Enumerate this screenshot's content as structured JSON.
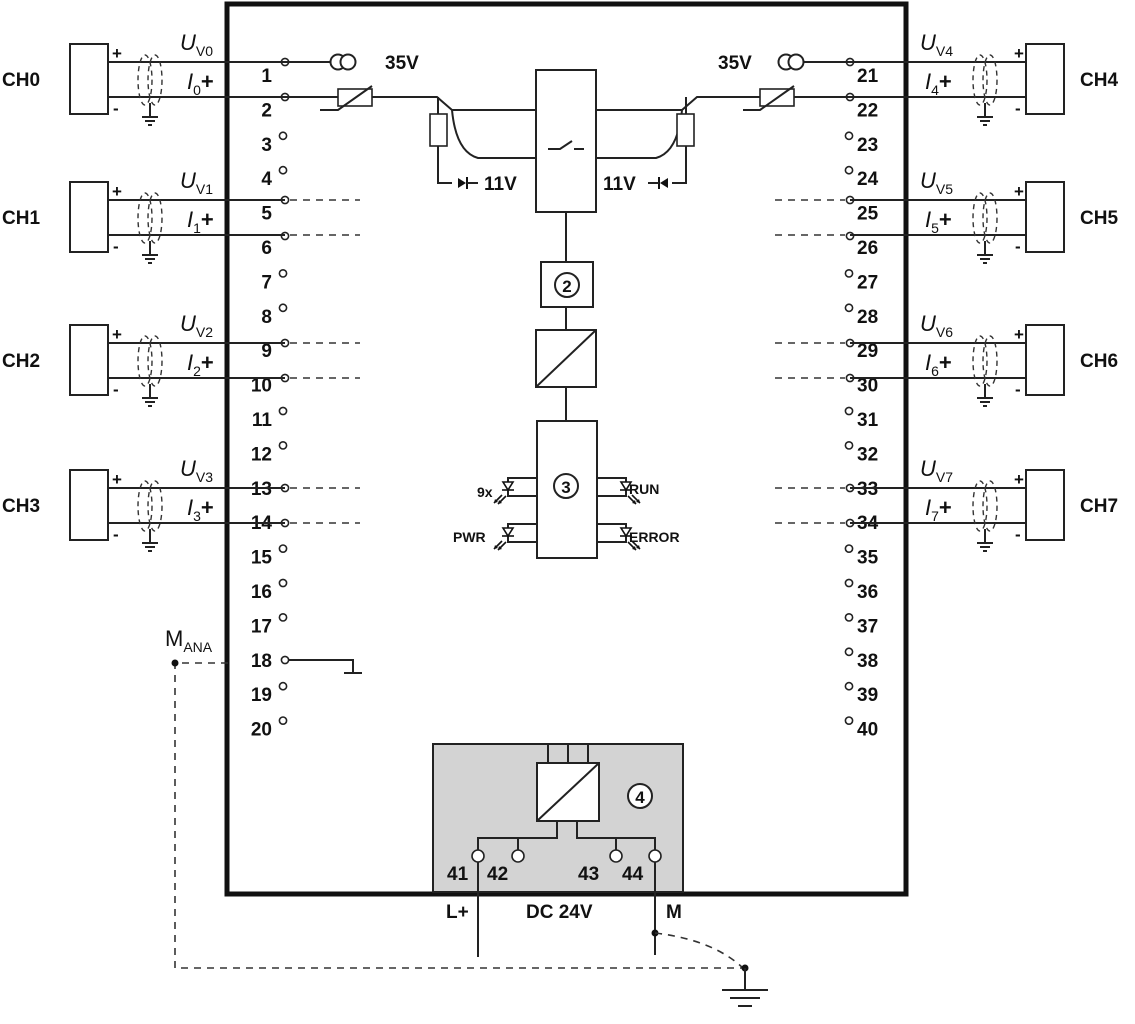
{
  "channels_left": [
    {
      "name": "CH0",
      "uv_sub": "V0",
      "i_sub": "0"
    },
    {
      "name": "CH1",
      "uv_sub": "V1",
      "i_sub": "1"
    },
    {
      "name": "CH2",
      "uv_sub": "V2",
      "i_sub": "2"
    },
    {
      "name": "CH3",
      "uv_sub": "V3",
      "i_sub": "3"
    }
  ],
  "channels_right": [
    {
      "name": "CH4",
      "uv_sub": "V4",
      "i_sub": "4"
    },
    {
      "name": "CH5",
      "uv_sub": "V5",
      "i_sub": "5"
    },
    {
      "name": "CH6",
      "uv_sub": "V6",
      "i_sub": "6"
    },
    {
      "name": "CH7",
      "uv_sub": "V7",
      "i_sub": "7"
    }
  ],
  "symbols": {
    "u": "U",
    "i": "I",
    "plus": "+",
    "minus": "-"
  },
  "terminals_left": [
    "1",
    "2",
    "3",
    "4",
    "5",
    "6",
    "7",
    "8",
    "9",
    "10",
    "11",
    "12",
    "13",
    "14",
    "15",
    "16",
    "17",
    "18",
    "19",
    "20"
  ],
  "terminals_right": [
    "21",
    "22",
    "23",
    "24",
    "25",
    "26",
    "27",
    "28",
    "29",
    "30",
    "31",
    "32",
    "33",
    "34",
    "35",
    "36",
    "37",
    "38",
    "39",
    "40"
  ],
  "labels": {
    "v35": "35V",
    "v11": "11V",
    "circle2": "2",
    "circle3": "3",
    "circle4": "4",
    "led_9x": "9x",
    "led_pwr": "PWR",
    "led_run": "RUN",
    "led_error": "ERROR",
    "mana_main": "M",
    "mana_sub": "ANA",
    "lplus": "L+",
    "dc24": "DC 24V",
    "m": "M"
  },
  "power_terminals": [
    "41",
    "42",
    "43",
    "44"
  ]
}
